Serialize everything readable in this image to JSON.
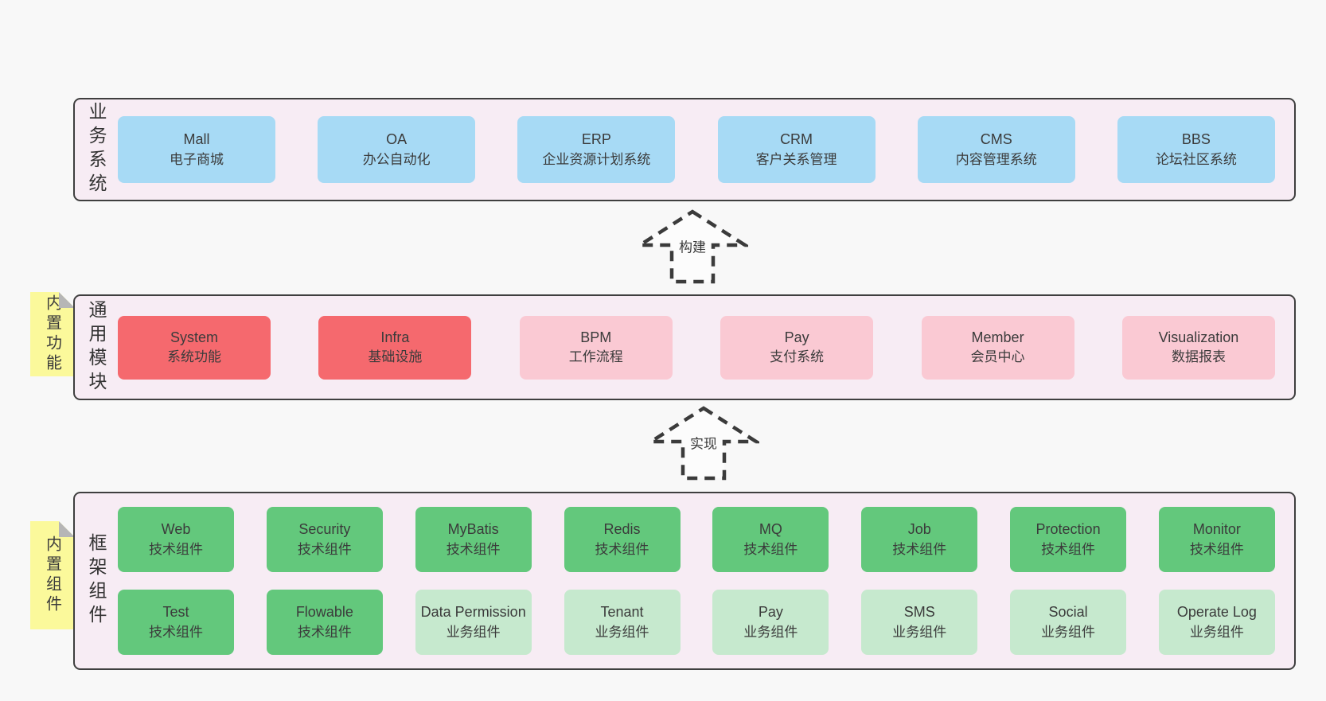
{
  "colors": {
    "background": "#f8f8f8",
    "panel_bg": "#f7ecf4",
    "panel_border": "#3f3f3f",
    "node_blue": "#a7daf5",
    "node_red": "#f5696e",
    "node_pink": "#fac9d3",
    "node_green": "#63c87c",
    "node_green_light": "#c6e9ce",
    "sticky_bg": "#fbf99b",
    "sticky_fold": "#b6b6b6",
    "text": "#3b3b3b",
    "arrow": "#3b3b3b"
  },
  "layers": [
    {
      "id": "business",
      "label": "业务系统",
      "sticky": null,
      "rows": [
        [
          {
            "en": "Mall",
            "zh": "电子商城",
            "type": "blue"
          },
          {
            "en": "OA",
            "zh": "办公自动化",
            "type": "blue"
          },
          {
            "en": "ERP",
            "zh": "企业资源计划系统",
            "type": "blue"
          },
          {
            "en": "CRM",
            "zh": "客户关系管理",
            "type": "blue"
          },
          {
            "en": "CMS",
            "zh": "内容管理系统",
            "type": "blue"
          },
          {
            "en": "BBS",
            "zh": "论坛社区系统",
            "type": "blue"
          }
        ]
      ]
    },
    {
      "id": "modules",
      "label": "通用模块",
      "sticky": "内置功能",
      "rows": [
        [
          {
            "en": "System",
            "zh": "系统功能",
            "type": "red"
          },
          {
            "en": "Infra",
            "zh": "基础设施",
            "type": "red"
          },
          {
            "en": "BPM",
            "zh": "工作流程",
            "type": "pink"
          },
          {
            "en": "Pay",
            "zh": "支付系统",
            "type": "pink"
          },
          {
            "en": "Member",
            "zh": "会员中心",
            "type": "pink"
          },
          {
            "en": "Visualization",
            "zh": "数据报表",
            "type": "pink"
          }
        ]
      ]
    },
    {
      "id": "components",
      "label": "框架组件",
      "sticky": "内置组件",
      "rows": [
        [
          {
            "en": "Web",
            "zh": "技术组件",
            "type": "green"
          },
          {
            "en": "Security",
            "zh": "技术组件",
            "type": "green"
          },
          {
            "en": "MyBatis",
            "zh": "技术组件",
            "type": "green"
          },
          {
            "en": "Redis",
            "zh": "技术组件",
            "type": "green"
          },
          {
            "en": "MQ",
            "zh": "技术组件",
            "type": "green"
          },
          {
            "en": "Job",
            "zh": "技术组件",
            "type": "green"
          },
          {
            "en": "Protection",
            "zh": "技术组件",
            "type": "green"
          },
          {
            "en": "Monitor",
            "zh": "技术组件",
            "type": "green"
          }
        ],
        [
          {
            "en": "Test",
            "zh": "技术组件",
            "type": "green"
          },
          {
            "en": "Flowable",
            "zh": "技术组件",
            "type": "green"
          },
          {
            "en": "Data Permission",
            "zh": "业务组件",
            "type": "green-light"
          },
          {
            "en": "Tenant",
            "zh": "业务组件",
            "type": "green-light"
          },
          {
            "en": "Pay",
            "zh": "业务组件",
            "type": "green-light"
          },
          {
            "en": "SMS",
            "zh": "业务组件",
            "type": "green-light"
          },
          {
            "en": "Social",
            "zh": "业务组件",
            "type": "green-light"
          },
          {
            "en": "Operate Log",
            "zh": "业务组件",
            "type": "green-light"
          }
        ]
      ]
    }
  ],
  "arrows": [
    {
      "label": "构建"
    },
    {
      "label": "实现"
    }
  ]
}
